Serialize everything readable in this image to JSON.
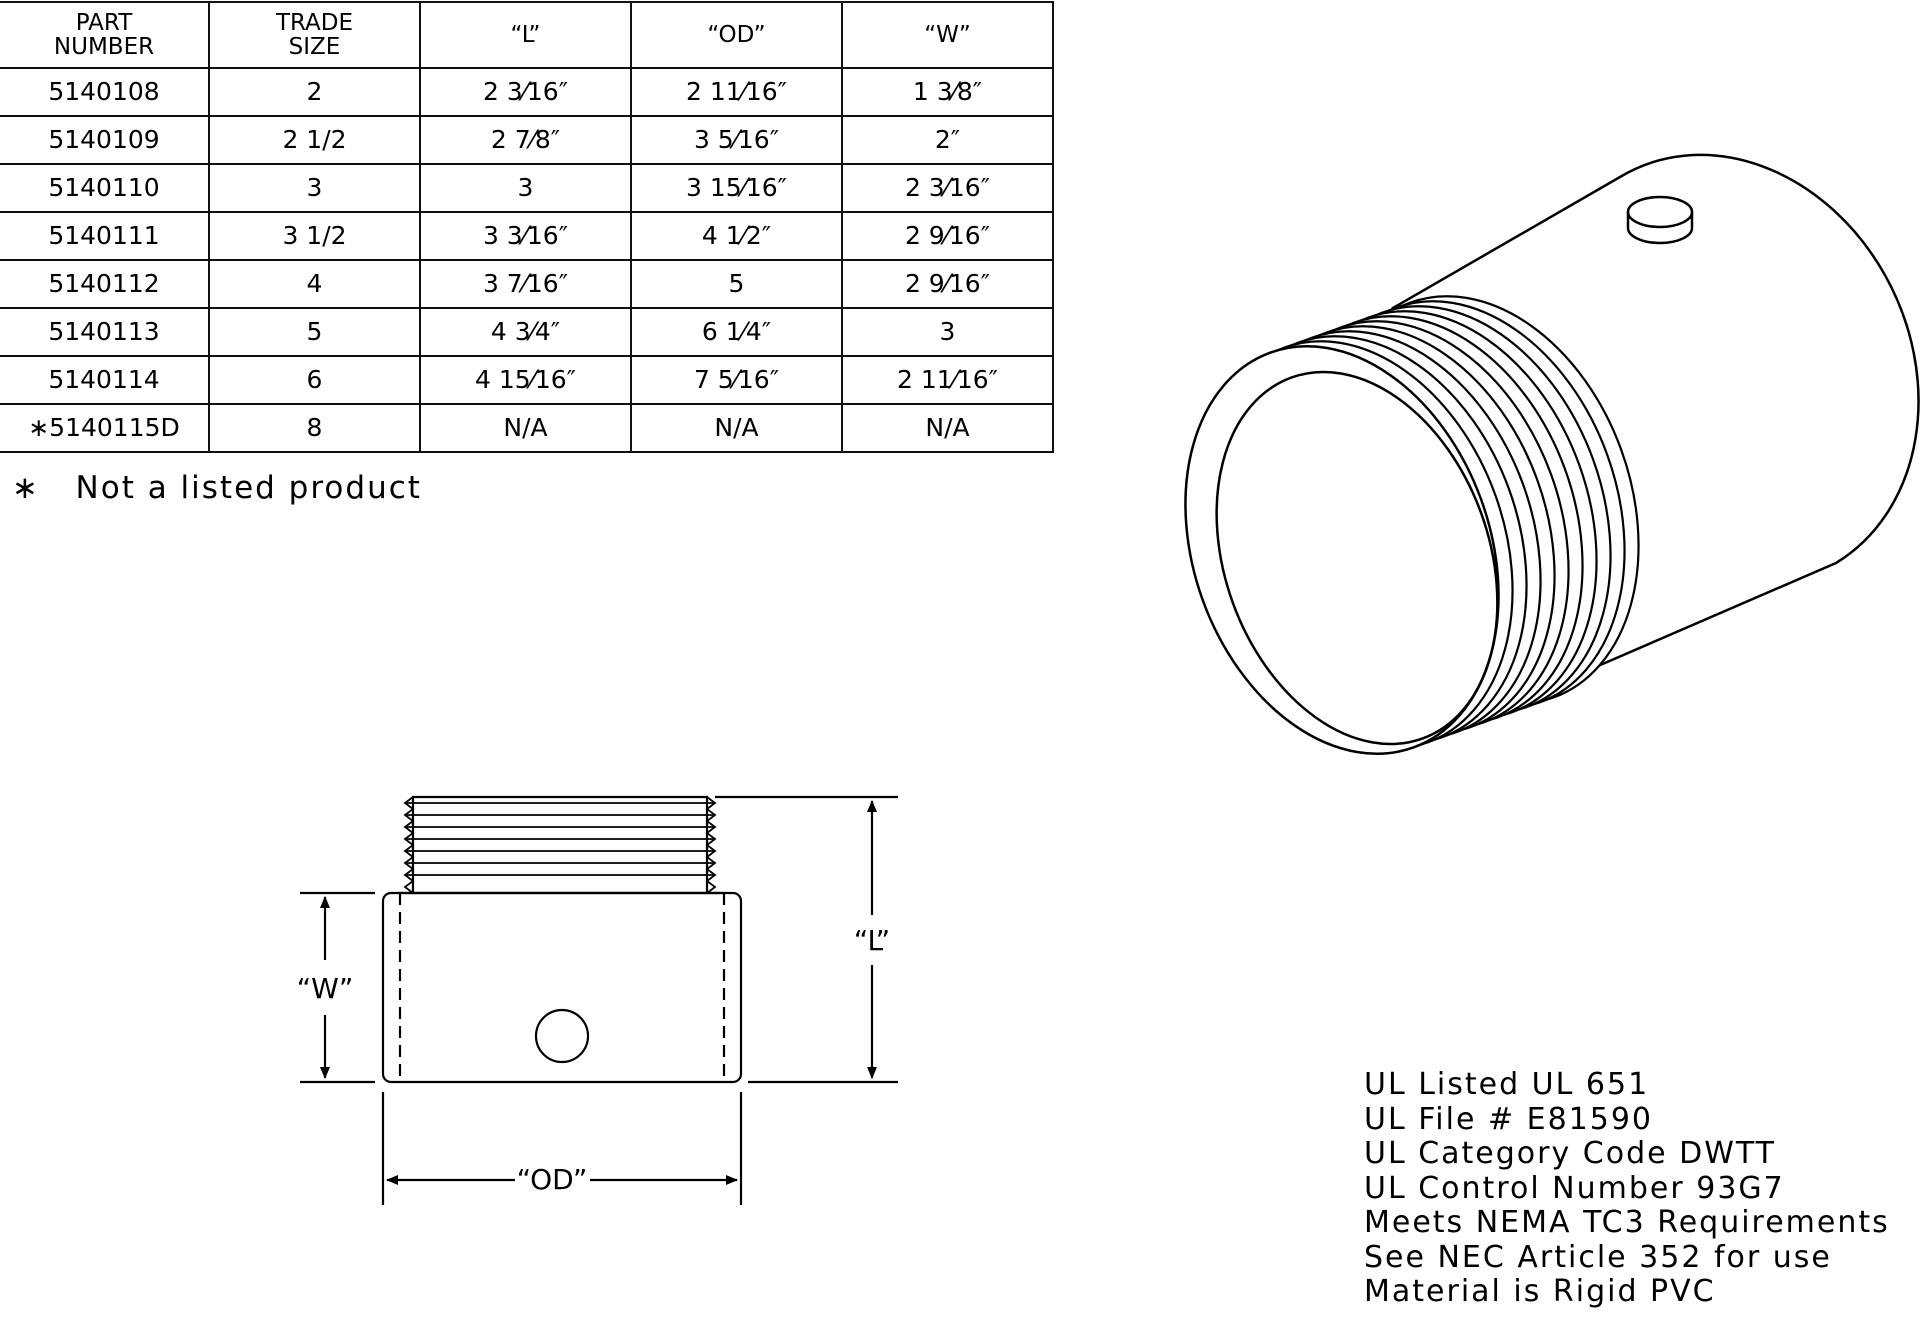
{
  "table": {
    "headers": [
      [
        "PART",
        "NUMBER"
      ],
      [
        "TRADE",
        "SIZE"
      ],
      [
        "“L”"
      ],
      [
        "“OD”"
      ],
      [
        "“W”"
      ]
    ],
    "rows": [
      [
        "5140108",
        "2",
        "2 3⁄16″",
        "2 11⁄16″",
        "1 3⁄8″"
      ],
      [
        "5140109",
        "2 1/2",
        "2 7⁄8″",
        "3 5⁄16″",
        "2″"
      ],
      [
        "5140110",
        "3",
        "3",
        "3 15⁄16″",
        "2 3⁄16″"
      ],
      [
        "5140111",
        "3 1/2",
        "3 3⁄16″",
        "4 1⁄2″",
        "2 9⁄16″"
      ],
      [
        "5140112",
        "4",
        "3 7⁄16″",
        "5",
        "2 9⁄16″"
      ],
      [
        "5140113",
        "5",
        "4 3⁄4″",
        "6 1⁄4″",
        "3"
      ],
      [
        "5140114",
        "6",
        "4 15⁄16″",
        "7 5⁄16″",
        "2 11⁄16″"
      ],
      [
        "∗5140115D",
        "8",
        "N/A",
        "N/A",
        "N/A"
      ]
    ]
  },
  "footnote": "∗   Not a listed product",
  "dimensions": {
    "w_label": "“W”",
    "l_label": "“L”",
    "od_label": "“OD”"
  },
  "notes": [
    "UL Listed UL 651",
    "UL File # E81590",
    "UL Category Code DWTT",
    "UL Control Number 93G7",
    "Meets NEMA TC3 Requirements",
    "See NEC Article 352 for use",
    "Material is Rigid PVC"
  ]
}
